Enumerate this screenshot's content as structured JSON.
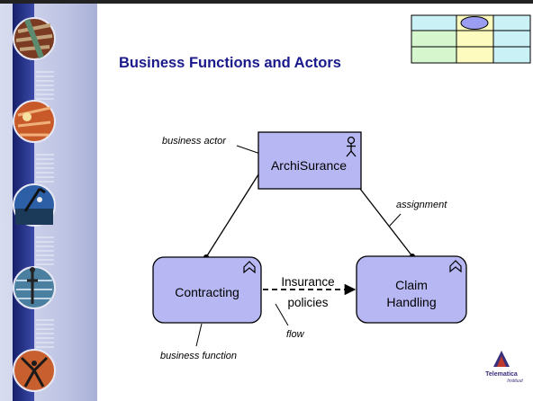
{
  "slide": {
    "title": "Business Functions and Actors",
    "colors": {
      "title": "#1a1a8c",
      "node_fill": "#b7b8f3",
      "node_stroke": "#000000",
      "sidebar_light": "#c6cbe6",
      "sidebar_dark": "#1f2f86",
      "grid_cyan": "#c9f1f6",
      "grid_yellow": "#fdfcbe",
      "grid_green": "#d6f7cd",
      "grid_oval": "#9a9df0"
    },
    "sidebar_icons": [
      "bricks-photo-icon",
      "building-photo-icon",
      "telescope-photo-icon",
      "person-photo-icon",
      "dancer-photo-icon"
    ]
  },
  "diagram": {
    "nodes": {
      "actor": {
        "label": "ArchiSurance",
        "icon": "actor-stick-figure-icon"
      },
      "function_left": {
        "label": "Contracting",
        "icon": "business-function-chevron-icon"
      },
      "function_right": {
        "label_line1": "Claim",
        "label_line2": "Handling",
        "icon": "business-function-chevron-icon"
      }
    },
    "flow_label": {
      "line1": "Insurance",
      "line2": "policies"
    },
    "annotations": {
      "business_actor": "business actor",
      "assignment": "assignment",
      "flow": "flow",
      "business_function": "business function"
    }
  },
  "logo": {
    "text1": "Telematica",
    "text2": "Instituut",
    "icon": "telematica-triangle-logo-icon"
  }
}
